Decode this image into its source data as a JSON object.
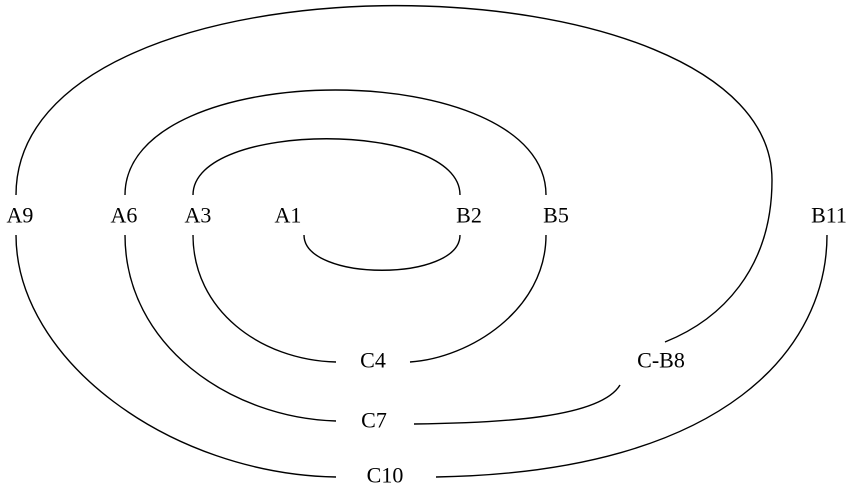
{
  "diagram": {
    "stroke_color": "#000000",
    "background": "#ffffff",
    "nodes": {
      "a1": "A1",
      "a3": "A3",
      "a6": "A6",
      "a9": "A9",
      "b2": "B2",
      "b5": "B5",
      "b11": "B11",
      "c4": "C4",
      "c7": "C7",
      "c10": "C10",
      "cb8": "C-B8"
    },
    "connections": [
      {
        "from": "A1",
        "to": "B2"
      },
      {
        "from": "A3",
        "to": "B2"
      },
      {
        "from": "A3",
        "to": "C4"
      },
      {
        "from": "B5",
        "to": "C4"
      },
      {
        "from": "A6",
        "to": "B5"
      },
      {
        "from": "A6",
        "to": "C7"
      },
      {
        "from": "C-B8",
        "to": "C7"
      },
      {
        "from": "A9",
        "to": "C-B8"
      },
      {
        "from": "A9",
        "to": "C10"
      },
      {
        "from": "B11",
        "to": "C10"
      }
    ]
  }
}
